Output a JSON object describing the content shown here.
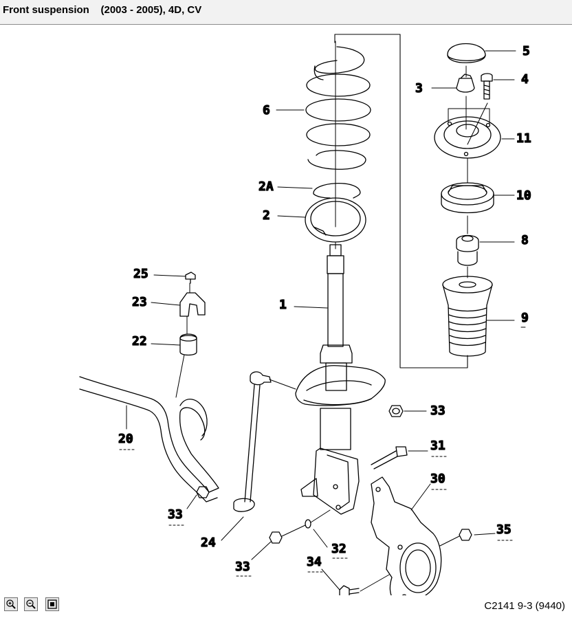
{
  "title": "Front suspension    (2003 - 2005), 4D, CV",
  "reference": "C2141 9-3 (9440)",
  "toolbar": {
    "zoom_in_icon": "magnifier-plus-icon",
    "zoom_out_icon": "magnifier-minus-icon",
    "fit_icon": "fit-page-icon"
  },
  "parts": [
    {
      "id": "p5",
      "label": "5"
    },
    {
      "id": "p3",
      "label": "3"
    },
    {
      "id": "p4",
      "label": "4"
    },
    {
      "id": "p6",
      "label": "6"
    },
    {
      "id": "p11",
      "label": "11"
    },
    {
      "id": "p2a",
      "label": "2A"
    },
    {
      "id": "p10",
      "label": "10"
    },
    {
      "id": "p2",
      "label": "2"
    },
    {
      "id": "p8",
      "label": "8"
    },
    {
      "id": "p25",
      "label": "25"
    },
    {
      "id": "p1",
      "label": "1"
    },
    {
      "id": "p23",
      "label": "23"
    },
    {
      "id": "p9",
      "label": "9"
    },
    {
      "id": "p22",
      "label": "22"
    },
    {
      "id": "p33a",
      "label": "33"
    },
    {
      "id": "p20",
      "label": "20"
    },
    {
      "id": "p31",
      "label": "31"
    },
    {
      "id": "p30",
      "label": "30"
    },
    {
      "id": "p33b",
      "label": "33"
    },
    {
      "id": "p35",
      "label": "35"
    },
    {
      "id": "p24",
      "label": "24"
    },
    {
      "id": "p32",
      "label": "32"
    },
    {
      "id": "p34",
      "label": "34"
    },
    {
      "id": "p33c",
      "label": "33"
    }
  ]
}
